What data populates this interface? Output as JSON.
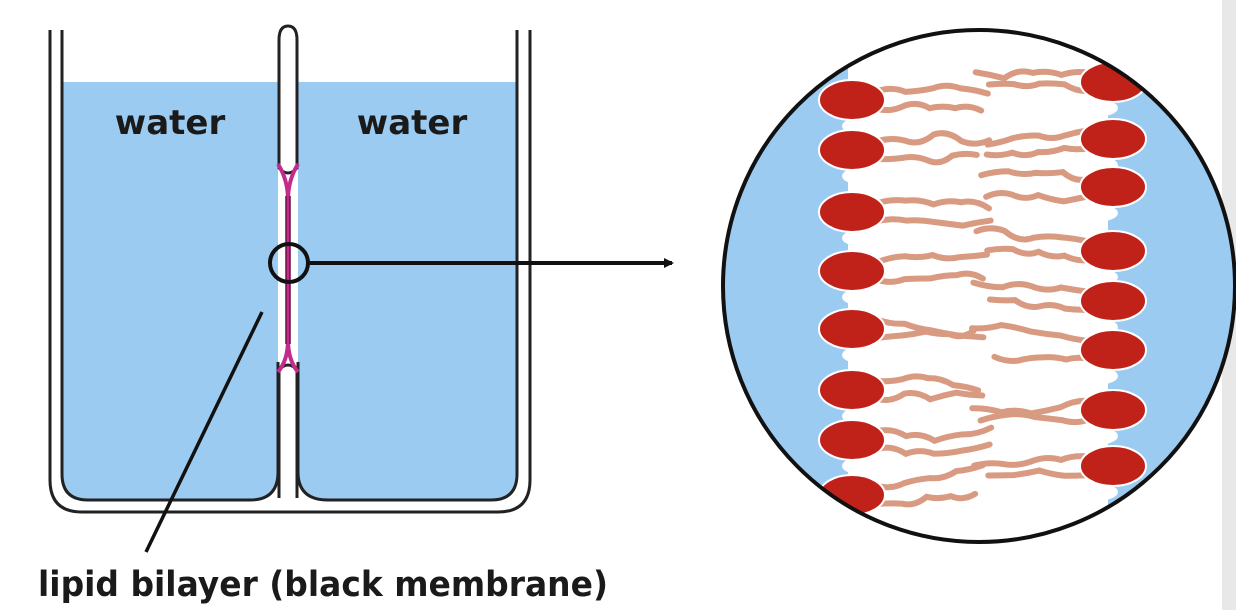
{
  "labels": {
    "left_chamber": "water",
    "right_chamber": "water",
    "membrane_caption": "lipid bilayer (black membrane)"
  },
  "colors": {
    "water": "#9ccbf2",
    "vessel_outline": "#222222",
    "membrane": "#c22b8c",
    "lipid_head": "#c0221a",
    "lipid_tail": "#d99a82",
    "pointer": "#111111"
  }
}
